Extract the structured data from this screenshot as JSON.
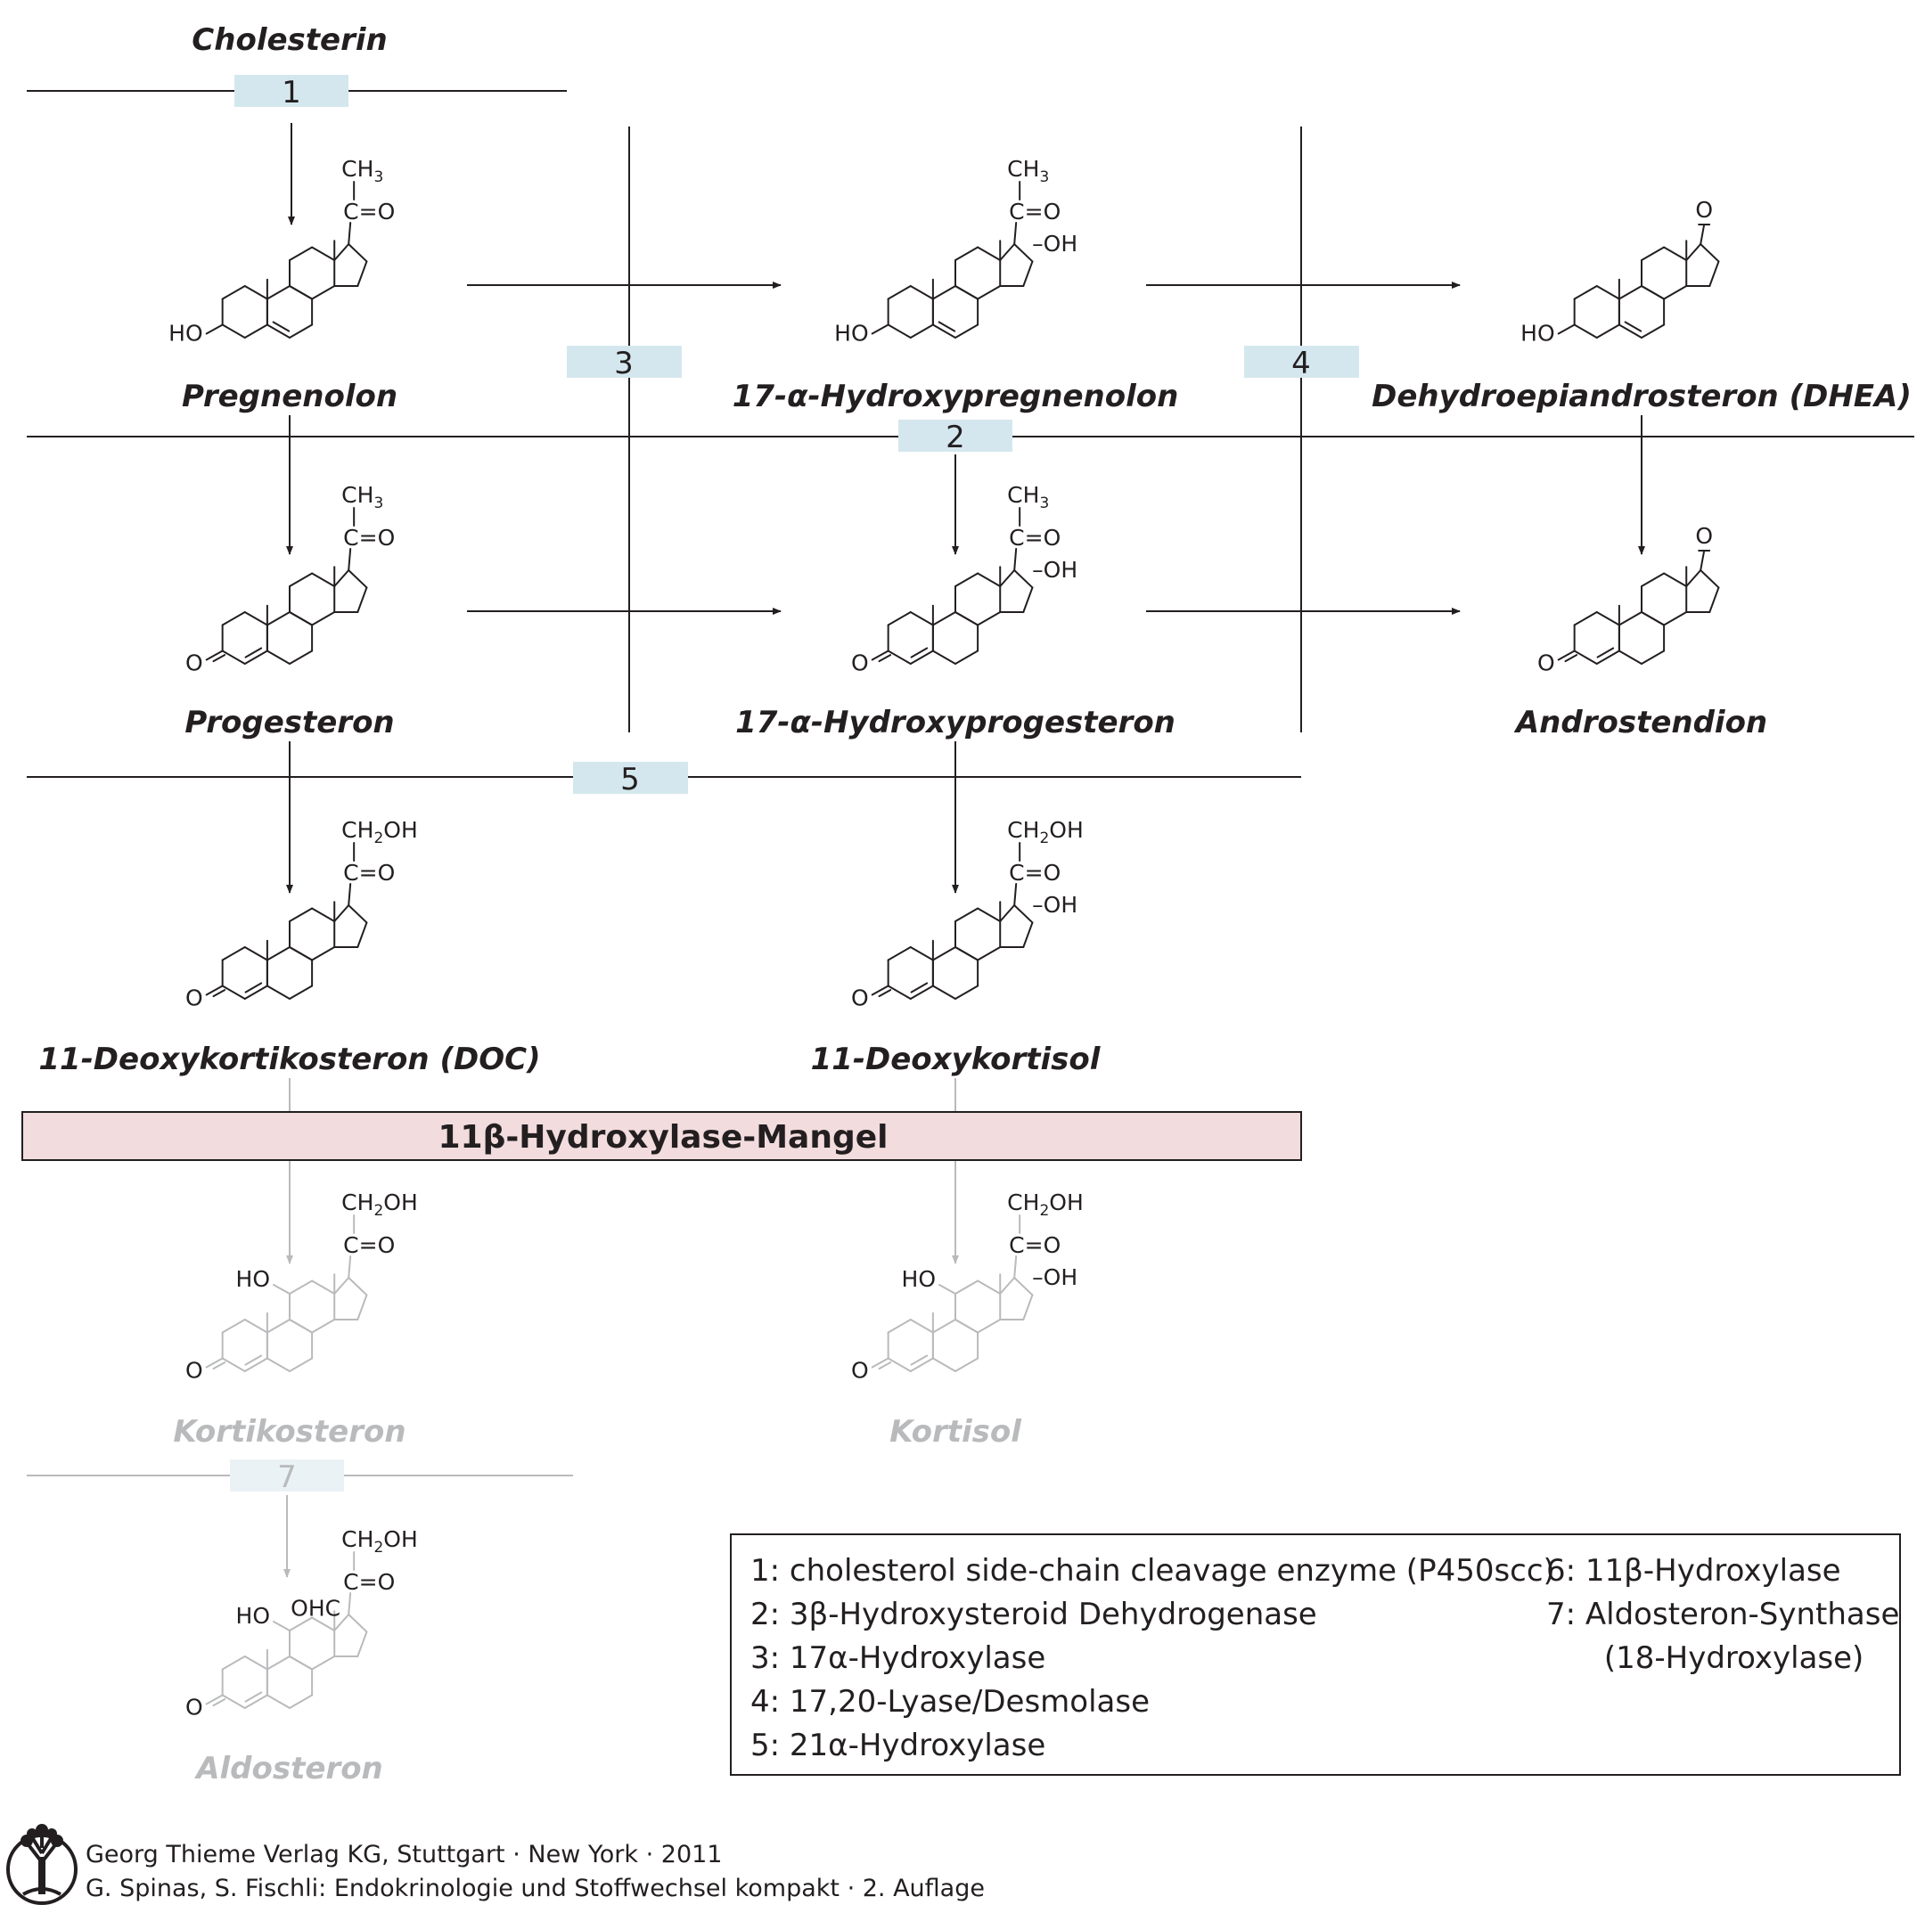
{
  "compounds": {
    "cholesterin": "Cholesterin",
    "pregnenolon": "Pregnenolon",
    "hydroxypregnenolon": "17-α-Hydroxypregnenolon",
    "dhea": "Dehydroepiandrosteron (DHEA)",
    "progesteron": "Progesteron",
    "hydroxyprogesteron": "17-α-Hydroxyprogesteron",
    "androstendion": "Androstendion",
    "doc": "11-Deoxykortikosteron (DOC)",
    "deoxykortisol": "11-Deoxykortisol",
    "kortikosteron": "Kortikosteron",
    "kortisol": "Kortisol",
    "aldosteron": "Aldosteron"
  },
  "enzyme_steps": [
    "1",
    "2",
    "3",
    "4",
    "5",
    "7"
  ],
  "defect_label": "11β-Hydroxylase-Mangel",
  "atoms": {
    "ch3": "CH",
    "ch3_sub": "3",
    "ch2oh_a": "CH",
    "ch2oh_sub": "2",
    "ch2oh_b": "OH",
    "co": "C=O",
    "oh_branch": "–OH",
    "ho": "HO",
    "o": "O",
    "ohc": "OHC"
  },
  "legend": {
    "left": [
      "1:  cholesterol side-chain cleavage enzyme (P450scc)",
      "2:  3β-Hydroxysteroid Dehydrogenase",
      "3:  17α-Hydroxylase",
      "4:  17,20-Lyase/Desmolase",
      "5:  21α-Hydroxylase"
    ],
    "right": [
      "6:  11β-Hydroxylase",
      "7:  Aldosteron-Synthase",
      "      (18-Hydroxylase)"
    ]
  },
  "publisher": {
    "line1": "Georg Thieme Verlag KG, Stuttgart · New York · 2011",
    "line2": "G. Spinas, S. Fischli: Endokrinologie und Stoffwechsel kompakt · 2. Auflage"
  },
  "colors": {
    "ink": "#231f20",
    "faded": "#b9babc",
    "enzyme_box": "#d5e7ee",
    "defect_box": "#f2dcdd"
  }
}
